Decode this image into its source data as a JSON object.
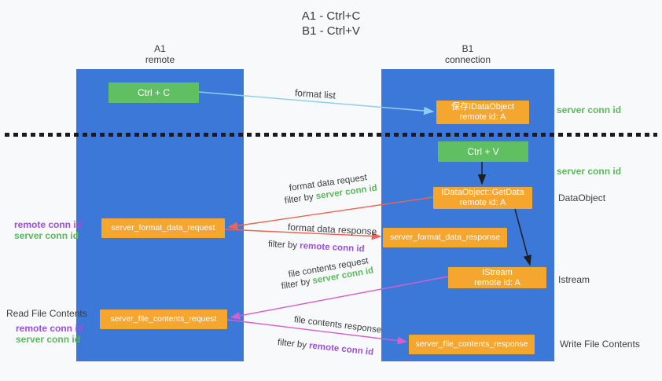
{
  "title": {
    "line1": "A1 - Ctrl+C",
    "line2": "B1 - Ctrl+V"
  },
  "lanes": {
    "a1": {
      "name": "A1",
      "subtitle": "remote"
    },
    "b1": {
      "name": "B1",
      "subtitle": "connection"
    }
  },
  "boxes": {
    "ctrl_c": {
      "label": "Ctrl + C"
    },
    "save_idataobject": {
      "line1": "保存IDataObject",
      "line2": "remote id: A"
    },
    "ctrl_v": {
      "label": "Ctrl + V"
    },
    "getdata": {
      "line1": "IDataObject::GetData",
      "line2": "remote id: A"
    },
    "format_request": {
      "label": "server_format_data_request"
    },
    "format_response": {
      "label": "server_format_data_response"
    },
    "istream": {
      "line1": "IStream",
      "line2": "remote id: A"
    },
    "file_request": {
      "label": "server_file_contents_request"
    },
    "file_response": {
      "label": "server_file_contents_response"
    }
  },
  "arrow_labels": {
    "format_list": "format list",
    "format_data_request": "format data request",
    "format_data_response": "format data response",
    "file_contents_request": "file contents request",
    "file_contents_response": "file contents response",
    "filter_by": "filter by ",
    "server_conn_id": "server conn id",
    "remote_conn_id": "remote conn id"
  },
  "side_labels": {
    "right_server_conn_id_1": "server conn id",
    "right_server_conn_id_2": "server conn id",
    "dataobject": "DataObject",
    "istream": "Istream",
    "write_file_contents": "Write File Contents",
    "left_remote_conn_id_1": "remote conn id",
    "left_server_conn_id_1": "server conn id",
    "read_file_contents": "Read File Contents",
    "left_remote_conn_id_2": "remote conn id",
    "left_server_conn_id_2": "server conn id"
  },
  "colors": {
    "lane-blue": "#3c78d8",
    "box-green": "#5fbf61",
    "box-orange": "#f5a62e",
    "arrow-blue": "#8ecfee",
    "arrow-black": "#1f1f1f",
    "arrow-red": "#ee6455",
    "arrow-pink": "#d45fce",
    "text-green": "#5cb85c",
    "text-purple": "#9b51d6",
    "ink": "#3d3d3d"
  }
}
